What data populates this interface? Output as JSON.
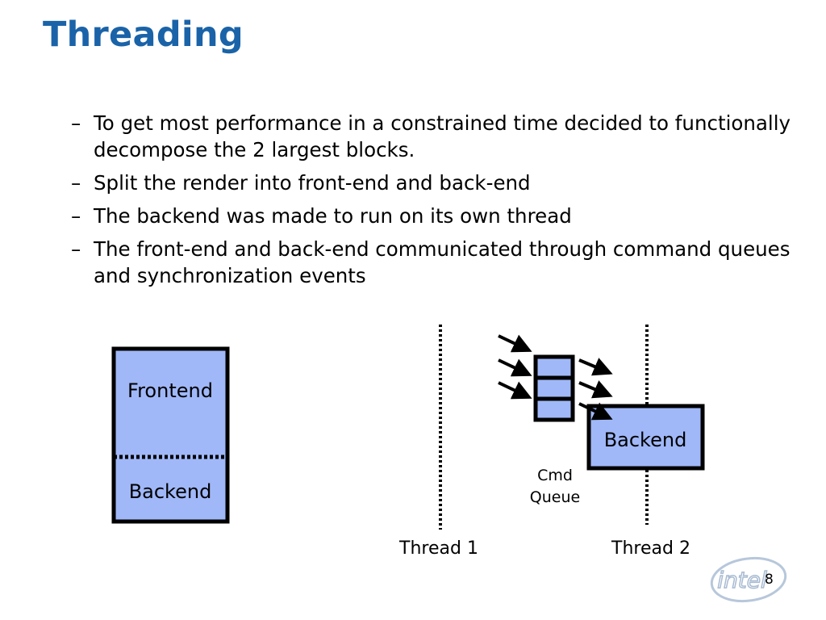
{
  "slide": {
    "title": "Threading",
    "page_number": "8",
    "logo_text": "intel"
  },
  "bullets": [
    "To get most performance in a constrained time decided to functionally decompose the 2 largest blocks.",
    "Split the render into front-end and back-end",
    "The backend was made to run on its own thread",
    "The front-end and back-end communicated through command queues and synchronization events"
  ],
  "bullet_marker": "–",
  "diagram": {
    "frontend_label": "Frontend",
    "backend_label_left": "Backend",
    "backend_label_right": "Backend",
    "cmd_queue_line1": "Cmd",
    "cmd_queue_line2": "Queue",
    "thread1_label": "Thread 1",
    "thread2_label": "Thread 2",
    "box_fill": "#a0b8f8",
    "border_color": "#000000"
  },
  "colors": {
    "title": "#1a63a8",
    "logo": "#1a63a8"
  }
}
